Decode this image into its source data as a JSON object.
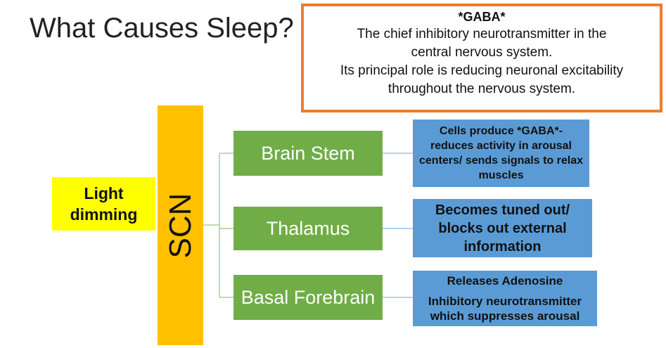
{
  "title": "What Causes Sleep?",
  "gaba_box": {
    "heading": "*GABA*",
    "lines": [
      "The chief inhibitory neurotransmitter in the",
      "central nervous system.",
      "Its principal role is reducing neuronal excitability",
      "throughout the nervous system."
    ]
  },
  "light_dimming": {
    "lines": [
      "Light",
      "dimming"
    ]
  },
  "scn": {
    "label": "SCN"
  },
  "regions": [
    {
      "name": "Brain Stem"
    },
    {
      "name": "Thalamus"
    },
    {
      "name": "Basal Forebrain"
    }
  ],
  "descriptions": {
    "brain_stem": [
      "Cells produce *GABA*-",
      "reduces activity in arousal",
      "centers/ sends signals to relax",
      "muscles"
    ],
    "thalamus": [
      "Becomes tuned out/",
      "blocks out external",
      "information"
    ],
    "basal_forebrain": {
      "heading": "Releases Adenosine",
      "lines": [
        "Inhibitory neurotransmitter",
        "which suppresses arousal"
      ]
    }
  },
  "colors": {
    "gaba_border": "#ED7D31",
    "light_box": "#FFFF00",
    "scn_box": "#FFC000",
    "region_box": "#70AD47",
    "description_box": "#5B9BD5",
    "connector": "#A9D18E",
    "connector_right": "#9DC3E6"
  }
}
